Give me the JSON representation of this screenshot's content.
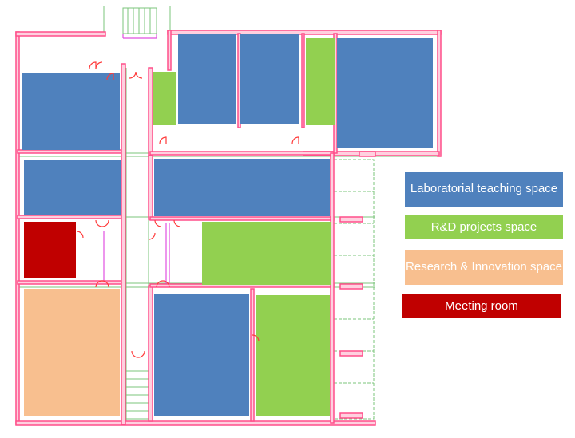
{
  "colors": {
    "lab_teaching": "#4f81bd",
    "rd_projects": "#92d050",
    "research_innovation": "#f8bf8f",
    "meeting_room": "#c00000",
    "walls": "#ff4f8a",
    "green_lines": "#7bc47b",
    "door_lines": "#ff3a3a"
  },
  "legend": [
    {
      "label": "Laboratorial teaching space",
      "color": "#4f81bd"
    },
    {
      "label": "R&D projects space",
      "color": "#92d050"
    },
    {
      "label": "Research & Innovation space",
      "color": "#f8bf8f"
    },
    {
      "label": "Meeting room",
      "color": "#c00000"
    }
  ],
  "rooms": [
    {
      "type": "lab_teaching"
    },
    {
      "type": "lab_teaching"
    },
    {
      "type": "lab_teaching"
    },
    {
      "type": "lab_teaching"
    },
    {
      "type": "lab_teaching"
    },
    {
      "type": "lab_teaching"
    },
    {
      "type": "lab_teaching"
    },
    {
      "type": "rd_projects"
    },
    {
      "type": "rd_projects"
    },
    {
      "type": "rd_projects"
    },
    {
      "type": "rd_projects"
    },
    {
      "type": "meeting_room"
    },
    {
      "type": "research_innovation"
    }
  ]
}
